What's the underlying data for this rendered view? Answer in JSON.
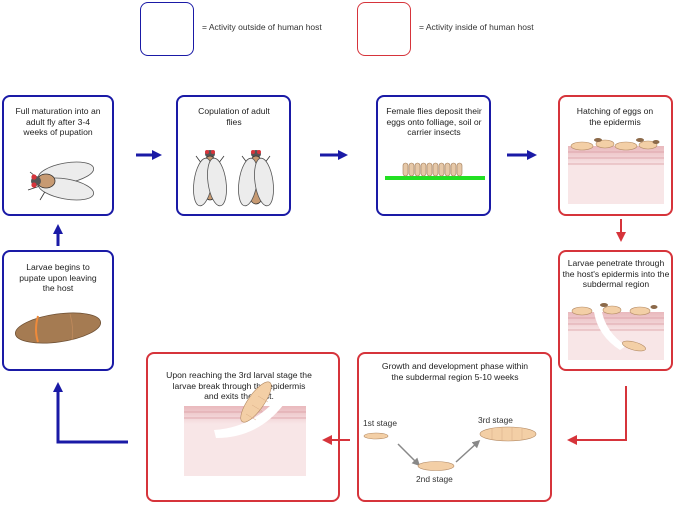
{
  "legend": {
    "outside": {
      "text": "= Activity outside of human host",
      "color": "#1a1aa6"
    },
    "inside": {
      "text": "= Activity inside of human host",
      "color": "#d6343b"
    }
  },
  "steps": {
    "maturation": "Full maturation into an adult fly after 3-4 weeks of pupation",
    "copulation": "Copulation of adult flies",
    "deposit": "Female flies deposit their eggs onto folliage, soil or carrier insects",
    "hatching": "Hatching of eggs on the epidermis",
    "penetrate": "Larvae penetrate through the host's epidermis into the subdermal region",
    "growth": "Growth and development phase within the subdermal region 5-10 weeks",
    "exit": "Upon reaching the 3rd larval stage the larvae break through the epidermis and exits the host.",
    "pupate": "Larvae begins to pupate upon leaving the host"
  },
  "stages": {
    "first": "1st stage",
    "second": "2nd stage",
    "third": "3rd stage"
  },
  "colors": {
    "outside": "#1a1aa6",
    "inside": "#d6343b",
    "foliage": "#22e022",
    "larva": "#f3cfa6",
    "pupa": "#a57b52",
    "skin": "#f4d9db"
  }
}
